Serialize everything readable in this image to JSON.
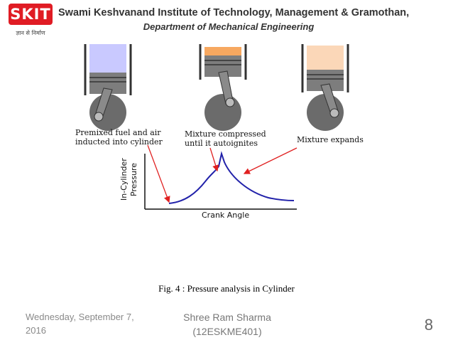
{
  "header": {
    "logo_text": "SKIT",
    "logo_tagline": "ज्ञान से निर्माण",
    "institute": "Swami Keshvanand Institute of Technology, Management & Gramothan,",
    "department": "Department of Mechanical Engineering"
  },
  "figure": {
    "stage_labels": [
      [
        "Premixed fuel and air",
        "inducted into cylinder"
      ],
      [
        "Mixture compressed",
        "until it autoignites"
      ],
      [
        "Mixture expands"
      ]
    ],
    "y_axis_label": [
      "In-Cylinder",
      "Pressure"
    ],
    "x_axis_label": "Crank Angle",
    "colors": {
      "intake_charge": "#c9c9ff",
      "compressed_charge": "#f7a860",
      "expanding_charge": "#fbd7b8",
      "curve": "#2222aa",
      "arrows": "#e02020"
    }
  },
  "caption": "Fig. 4 : Pressure analysis in Cylinder",
  "footer": {
    "date": "Wednesday, September 7, 2016",
    "author": "Shree Ram Sharma",
    "author_id": "(12ESKME401)",
    "page_number": "8"
  }
}
